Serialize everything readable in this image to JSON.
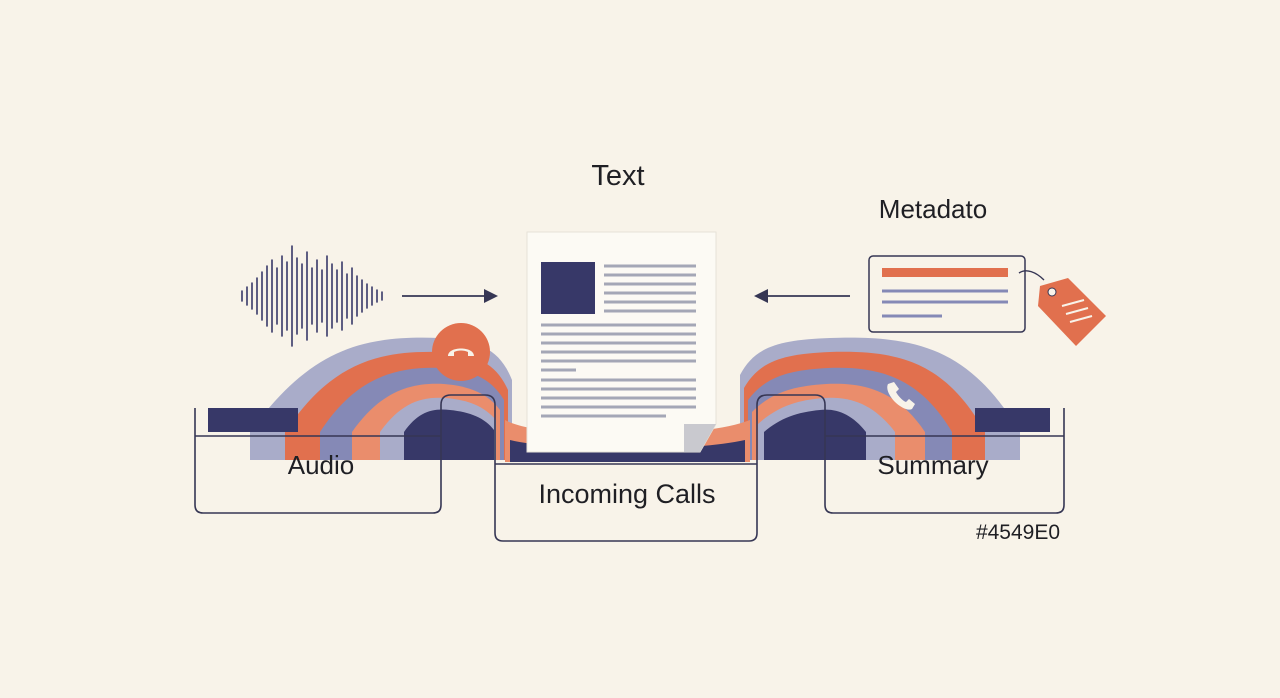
{
  "diagram": {
    "labels": {
      "text": "Text",
      "metadata": "Metadato",
      "audio": "Audio",
      "incoming_calls": "Incoming Calls",
      "summary": "Summary",
      "hex_code": "#4549E0"
    },
    "colors": {
      "background": "#f8f3e9",
      "navy": "#373868",
      "slate_blue": "#8589b6",
      "lavender": "#a9acc9",
      "coral": "#e1704e",
      "light_coral": "#ea8d6c",
      "document": "#fcfaf4",
      "text_lines": "#a4a7b6",
      "outline": "#363654"
    },
    "icons": [
      "sound-wave-icon",
      "phone-hangup-icon",
      "phone-icon",
      "price-tag-icon",
      "document-icon",
      "metadata-card-icon",
      "arrow-right-icon",
      "arrow-left-icon"
    ]
  }
}
